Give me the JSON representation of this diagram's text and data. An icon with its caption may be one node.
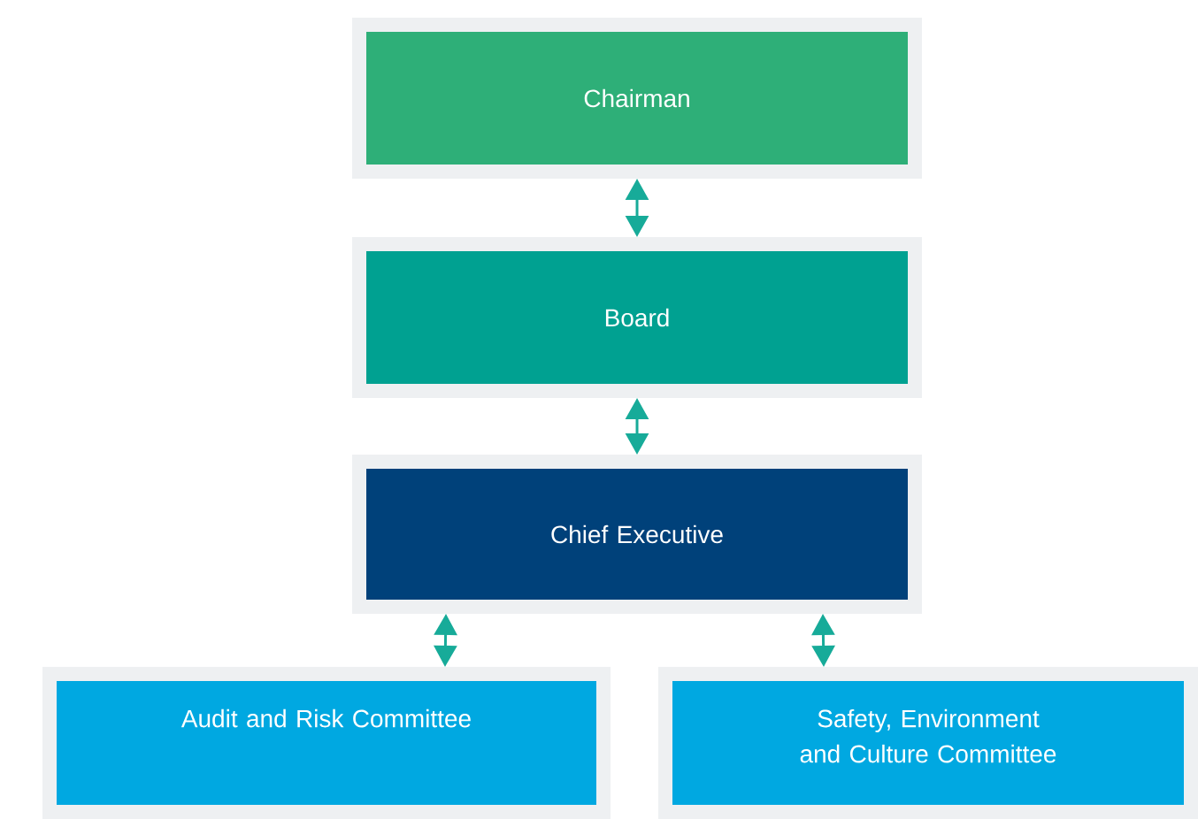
{
  "diagram": {
    "nodes": [
      {
        "text": [
          "Chairman"
        ]
      },
      {
        "text": [
          "Board"
        ]
      },
      {
        "text": [
          "Chief Executive"
        ]
      },
      {
        "text": [
          "Audit and Risk Committee"
        ]
      },
      {
        "text": [
          "Safety, Environment and Culture Committee"
        ]
      }
    ],
    "edges": [
      {
        "from": 0,
        "to": 1,
        "arrow": "both"
      },
      {
        "from": 1,
        "to": 2,
        "arrow": "both"
      },
      {
        "from": 2,
        "to": 3,
        "arrow": "both"
      },
      {
        "from": 2,
        "to": 4,
        "arrow": "both"
      }
    ]
  }
}
